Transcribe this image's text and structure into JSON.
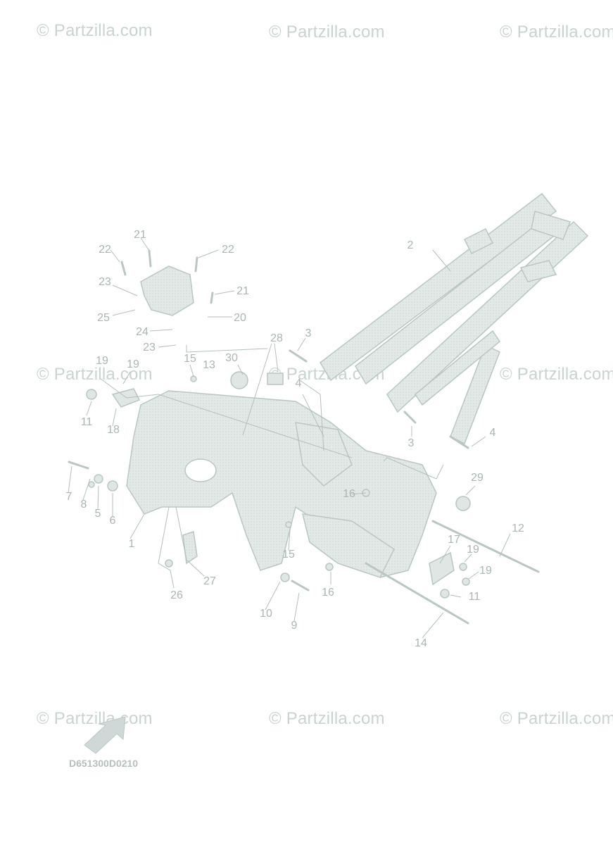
{
  "watermarks": [
    "© Partzilla.com",
    "© Partzilla.com",
    "© Partzilla.com",
    "© Partzilla.com",
    "© Partzilla.com",
    "© Partzilla.com",
    "© Partzilla.com",
    "© Partzilla.com",
    "© Partzilla.com"
  ],
  "diagram_code": "D651300D0210",
  "callouts": {
    "c1": "1",
    "c2": "2",
    "c3a": "3",
    "c3b": "3",
    "c4a": "4",
    "c4b": "4",
    "c5": "5",
    "c6": "6",
    "c7": "7",
    "c8": "8",
    "c9": "9",
    "c10": "10",
    "c11a": "11",
    "c11b": "11",
    "c12": "12",
    "c13": "13",
    "c14": "14",
    "c15a": "15",
    "c15b": "15",
    "c16a": "16",
    "c16b": "16",
    "c17": "17",
    "c18": "18",
    "c19a": "19",
    "c19b": "19",
    "c19c": "19",
    "c19d": "19",
    "c20": "20",
    "c21a": "21",
    "c21b": "21",
    "c22a": "22",
    "c22b": "22",
    "c23a": "23",
    "c23b": "23",
    "c24": "24",
    "c25": "25",
    "c26": "26",
    "c27": "27",
    "c28": "28",
    "c29": "29",
    "c30": "30"
  },
  "colors": {
    "part_fill": "#dfe6e4",
    "part_stroke": "#b9c6c3",
    "leader": "#b3bfbc",
    "label": "#a9b6b3",
    "watermark": "#c9d3d1"
  }
}
